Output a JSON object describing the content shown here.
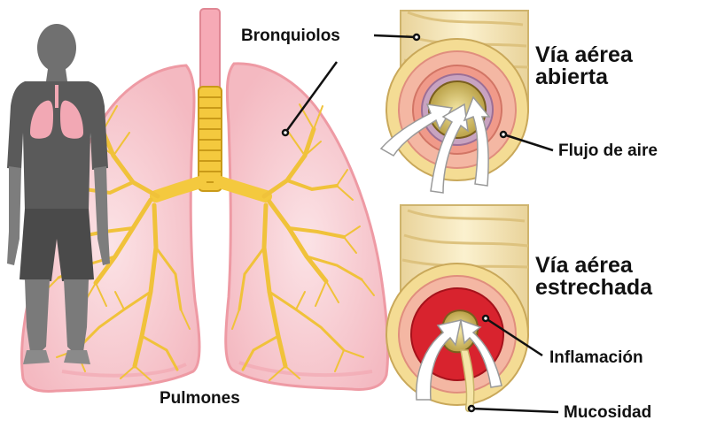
{
  "labels": {
    "bronchioles": "Bronquiolos",
    "lungs": "Pulmones",
    "airflow": "Flujo de aire",
    "inflammation": "Inflamación",
    "mucus": "Mucosidad"
  },
  "open_airway": {
    "title_line1": "Vía aérea",
    "title_line2": "abierta"
  },
  "narrowed_airway": {
    "title_line1": "Vía aérea",
    "title_line2": "estrechada"
  },
  "colors": {
    "person": "#6e6e6e",
    "lung_fill": "#f7c9cf",
    "lung_edge": "#ee9aa4",
    "bronchi": "#f4c93e",
    "inflammation": "#d8232e",
    "airway_wall": "#f5b8a2",
    "airway_outer": "#f7e7b0",
    "mucus": "#f5e6a8"
  }
}
